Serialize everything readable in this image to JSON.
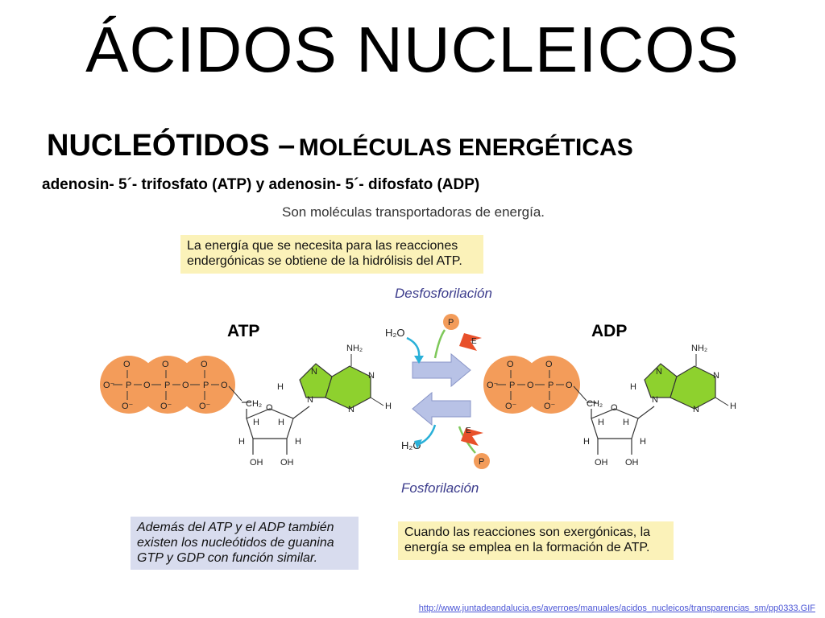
{
  "title": "ÁCIDOS NUCLEICOS",
  "subtitle": {
    "main": "NUCLEÓTIDOS –",
    "secondary": "MOLÉCULAS ENERGÉTICAS"
  },
  "description": "adenosin- 5´- trifosfato (ATP)  y adenosin- 5´- difosfato (ADP)",
  "figure": {
    "caption": "Son moléculas transportadoras de energía.",
    "box_top": "La energía que se necesita para las reacciones endergónicas se obtiene de la hidrólisis del ATP.",
    "box_bottom_left": "Además del ATP y el ADP también existen los nucleótidos de guanina GTP y GDP con función similar.",
    "box_bottom_right": "Cuando las reacciones son exergónicas, la energía se emplea en la formación de ATP.",
    "arrow_top_label": "Desfosforilación",
    "arrow_bottom_label": "Fosforilación",
    "atp_label": "ATP",
    "adp_label": "ADP",
    "water": "H₂O",
    "phosphate": "P",
    "energy": "E",
    "nh2": "NH₂",
    "ch2": "CH₂",
    "oh": "OH",
    "o": "O",
    "h": "H",
    "n": "N",
    "p": "P",
    "o_minus": "O⁻",
    "colors": {
      "phosphate": "#f39c5a",
      "base": "#8ed12e",
      "box_yellow": "#fbf2b9",
      "box_blue": "#d8dcee",
      "arrow": "#b8c2e6"
    }
  },
  "source_link": "http://www.juntadeandalucia.es/averroes/manuales/acidos_nucleicos/transparencias_sm/pp0333.GIF"
}
